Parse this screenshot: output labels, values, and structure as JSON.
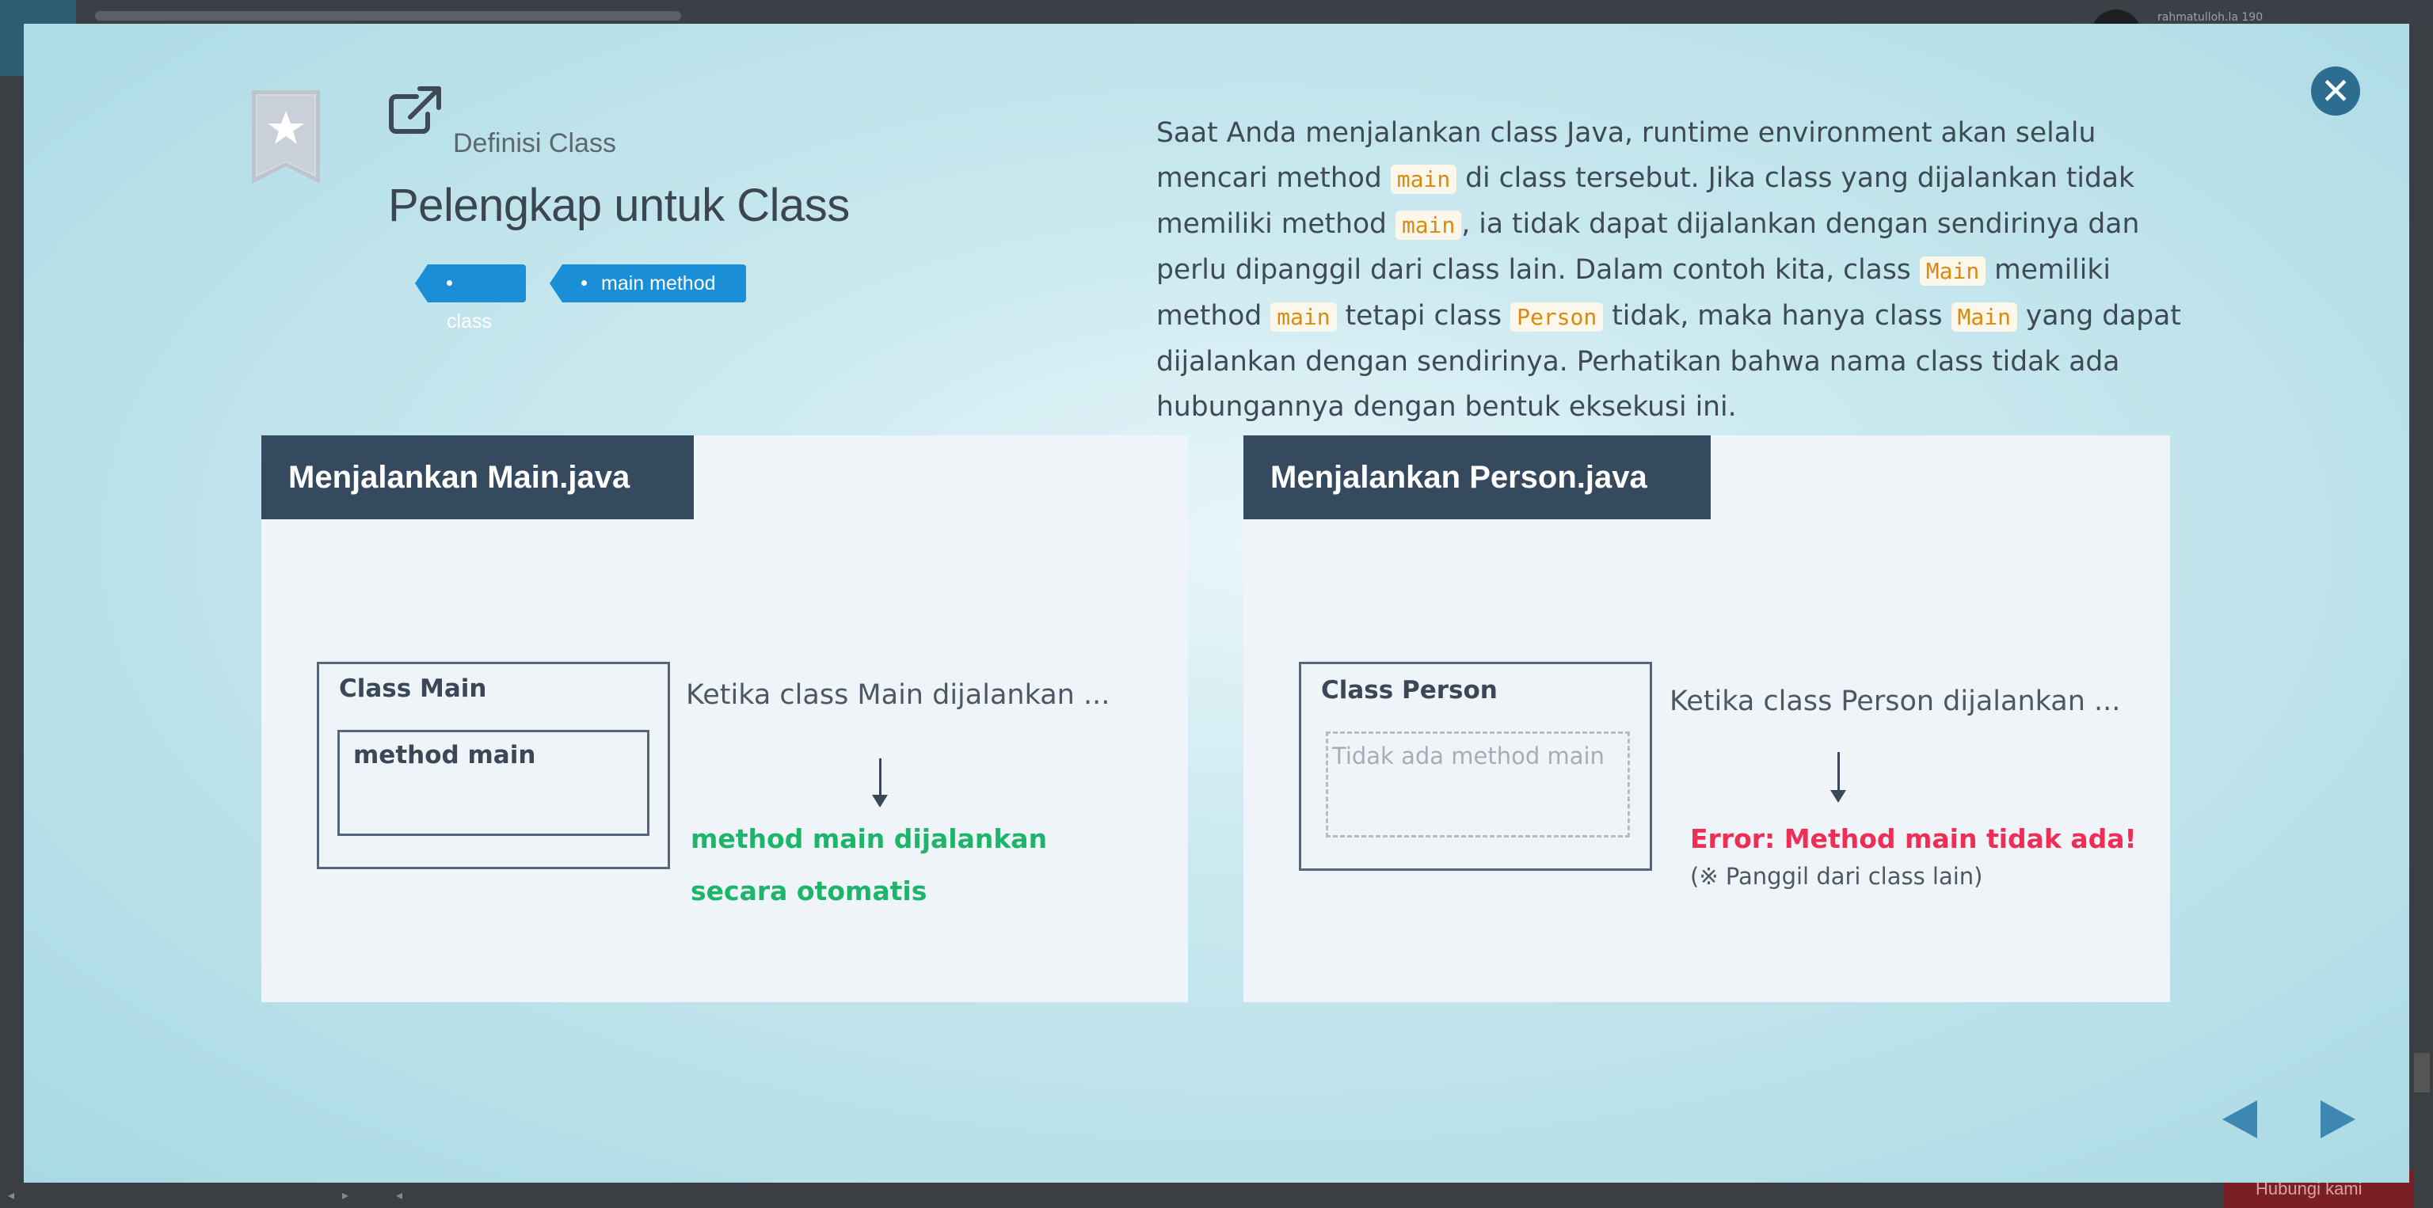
{
  "background": {
    "username": "rahmatulloh.la 190",
    "help_button": "Hubungi kami"
  },
  "modal": {
    "close_icon": "close-icon",
    "category": "Definisi Class",
    "title": "Pelengkap untuk Class",
    "tags": [
      "class",
      "main method"
    ],
    "description": {
      "p1": "Saat Anda menjalankan class Java, runtime environment akan selalu mencari method ",
      "c1": "main",
      "p2": " di class tersebut. Jika class yang dijalankan tidak memiliki method ",
      "c2": "main",
      "p3": ", ia tidak dapat dijalankan dengan sendirinya dan perlu dipanggil dari class lain. Dalam contoh kita, class ",
      "c3": "Main",
      "p4": " memiliki method ",
      "c4": "main",
      "p5": " tetapi class ",
      "c5": "Person",
      "p6": " tidak, maka hanya class ",
      "c6": "Main",
      "p7": " yang dapat dijalankan dengan sendirinya. Perhatikan bahwa nama class tidak ada hubungannya dengan bentuk eksekusi ini."
    },
    "panel_left": {
      "header": "Menjalankan Main.java",
      "class_title": "Class Main",
      "method_label": "method main",
      "when": "Ketika class Main dijalankan ...",
      "result_line1": "method main dijalankan",
      "result_line2": "secara otomatis"
    },
    "panel_right": {
      "header": "Menjalankan Person.java",
      "class_title": "Class Person",
      "method_label": "Tidak ada method main",
      "when": "Ketika class Person dijalankan ...",
      "error": "Error: Method main tidak ada!",
      "note": "(※ Panggil dari class lain)"
    },
    "nav": {
      "prev_icon": "triangle-left-icon",
      "next_icon": "triangle-right-icon"
    }
  }
}
